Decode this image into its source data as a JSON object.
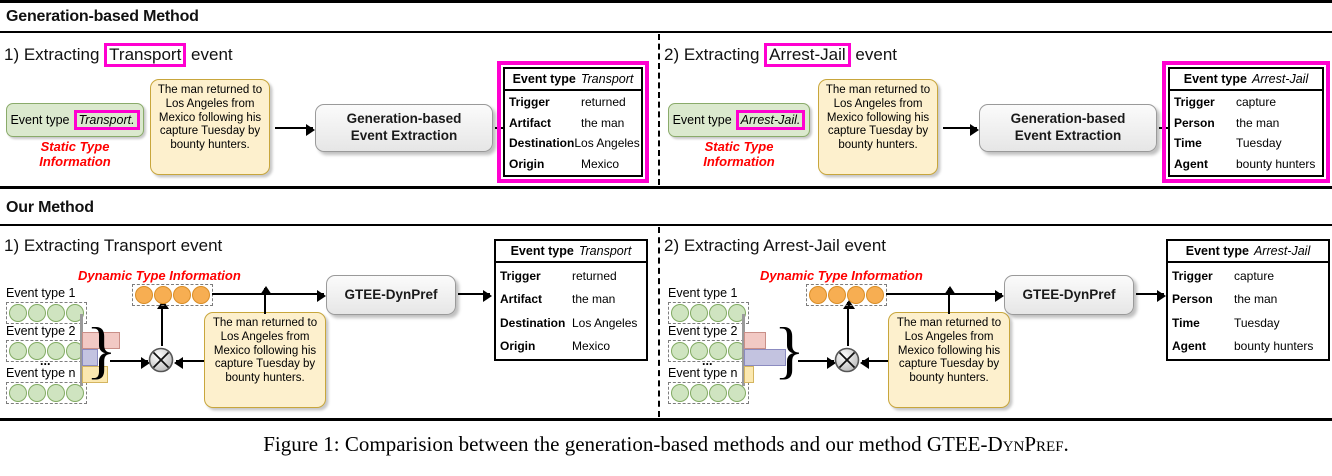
{
  "figure": {
    "caption_prefix": "Figure 1: Comparision between the generation-based methods and our method GTEE-",
    "caption_smallcaps": "DynPref",
    "caption_suffix": "."
  },
  "sections": {
    "top": {
      "title": "Generation-based Method"
    },
    "bottom": {
      "title": "Our Method"
    }
  },
  "sentence": "The man returned to Los Angeles from Mexico following his capture Tuesday by bounty hunters.",
  "labels": {
    "static_type_line1": "Static Type",
    "static_type_line2": "Information",
    "dynamic_type": "Dynamic Type Information",
    "event_type_prefix": "Event type",
    "event_type_1": "Event type 1",
    "event_type_2": "Event type 2",
    "event_type_n": "Event type n",
    "ellipsis": "...",
    "proc_generation_line1": "Generation-based",
    "proc_generation_line2": "Event Extraction",
    "proc_ours": "GTEE-DynPref"
  },
  "panels": {
    "top_left": {
      "heading_prefix": "1) Extracting",
      "heading_highlight": "Transport",
      "heading_suffix": "event",
      "static_prompt_label": "Event type",
      "static_prompt_value": "Transport.",
      "output": {
        "head_label": "Event type",
        "head_value": "Transport",
        "rows": [
          {
            "key": "Trigger",
            "value": "returned"
          },
          {
            "key": "Artifact",
            "value": "the man"
          },
          {
            "key": "Destination",
            "value": "Los Angeles"
          },
          {
            "key": "Origin",
            "value": "Mexico"
          }
        ]
      }
    },
    "top_right": {
      "heading_prefix": "2) Extracting",
      "heading_highlight": "Arrest-Jail",
      "heading_suffix": "event",
      "static_prompt_label": "Event type",
      "static_prompt_value": "Arrest-Jail.",
      "output": {
        "head_label": "Event type",
        "head_value": "Arrest-Jail",
        "rows": [
          {
            "key": "Trigger",
            "value": "capture"
          },
          {
            "key": "Person",
            "value": "the man"
          },
          {
            "key": "Time",
            "value": "Tuesday"
          },
          {
            "key": "Agent",
            "value": "bounty hunters"
          }
        ]
      }
    },
    "bottom_left": {
      "heading": "1) Extracting Transport event",
      "output": {
        "head_label": "Event type",
        "head_value": "Transport",
        "rows": [
          {
            "key": "Trigger",
            "value": "returned"
          },
          {
            "key": "Artifact",
            "value": "the man"
          },
          {
            "key": "Destination",
            "value": "Los Angeles"
          },
          {
            "key": "Origin",
            "value": "Mexico"
          }
        ]
      }
    },
    "bottom_right": {
      "heading": "2) Extracting Arrest-Jail event",
      "output": {
        "head_label": "Event type",
        "head_value": "Arrest-Jail",
        "rows": [
          {
            "key": "Trigger",
            "value": "capture"
          },
          {
            "key": "Person",
            "value": "the man"
          },
          {
            "key": "Time",
            "value": "Tuesday"
          },
          {
            "key": "Agent",
            "value": "bounty hunters"
          }
        ]
      }
    }
  },
  "chart_data": [
    {
      "type": "bar",
      "orientation": "horizontal",
      "title": "Dynamic prefix weights (Transport)",
      "categories": [
        "Event type 1",
        "Event type 2",
        "Event type n"
      ],
      "values": [
        38,
        16,
        26
      ],
      "colors": [
        "#f2c9c4",
        "#c3c3e0",
        "#fbe8b0"
      ],
      "xlabel": "",
      "ylabel": "",
      "grid": false,
      "legend": "none"
    },
    {
      "type": "bar",
      "orientation": "horizontal",
      "title": "Dynamic prefix weights (Arrest-Jail)",
      "categories": [
        "Event type 1",
        "Event type 2",
        "Event type n"
      ],
      "values": [
        22,
        42,
        10
      ],
      "colors": [
        "#f2c9c4",
        "#c3c3e0",
        "#fbe8b0"
      ],
      "xlabel": "",
      "ylabel": "",
      "grid": false,
      "legend": "none"
    }
  ],
  "colors": {
    "highlight_magenta": "#ff00d0",
    "accent_red": "#ff0000",
    "green_fill": "#dbe9ce",
    "orange_fill": "#f7ae52",
    "yellow_fill": "#fdf0cd"
  }
}
